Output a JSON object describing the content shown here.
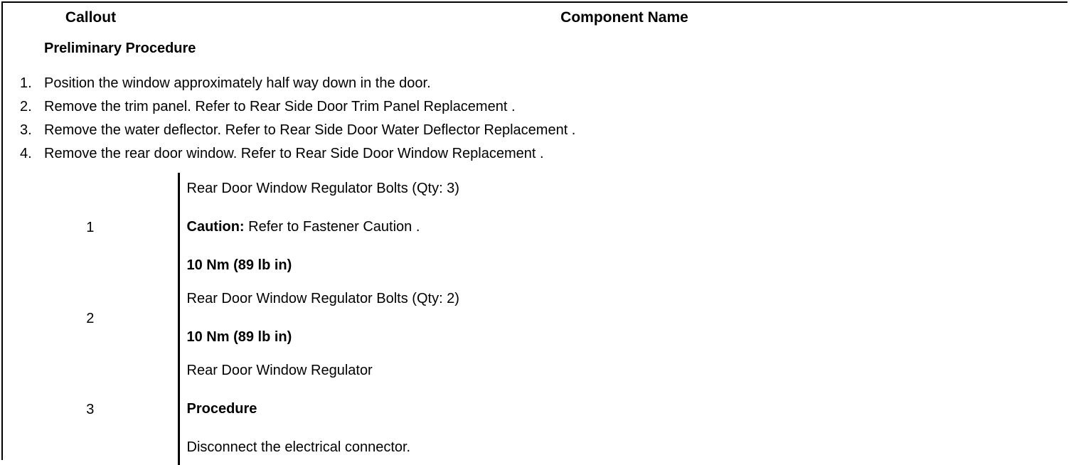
{
  "table": {
    "headers": {
      "callout": "Callout",
      "component_name": "Component Name"
    },
    "preliminary": {
      "title": "Preliminary Procedure",
      "steps": [
        {
          "num": "1.",
          "text": "Position the window approximately half way down in the door."
        },
        {
          "num": "2.",
          "text": "Remove the trim panel. Refer to Rear Side Door Trim Panel Replacement ."
        },
        {
          "num": "3.",
          "text": "Remove the water deflector. Refer to Rear Side Door Water Deflector Replacement ."
        },
        {
          "num": "4.",
          "text": "Remove the rear door window. Refer to Rear Side Door Window Replacement ."
        }
      ]
    },
    "rows": [
      {
        "callout": "1",
        "lines": [
          {
            "text": "Rear Door Window Regulator Bolts (Qty: 3)",
            "bold": false
          },
          {
            "lead": "Caution:",
            "text": " Refer to Fastener Caution .",
            "bold": false
          },
          {
            "text": "10 Nm (89 lb in)",
            "bold": true
          }
        ]
      },
      {
        "callout": "2",
        "lines": [
          {
            "text": "Rear Door Window Regulator Bolts (Qty: 2)",
            "bold": false
          },
          {
            "text": "10 Nm (89 lb in)",
            "bold": true
          }
        ]
      },
      {
        "callout": "3",
        "lines": [
          {
            "text": "Rear Door Window Regulator",
            "bold": false
          },
          {
            "text": "Procedure",
            "bold": true
          },
          {
            "text": "Disconnect the electrical connector.",
            "bold": false
          }
        ]
      }
    ]
  },
  "colors": {
    "border": "#000000",
    "text": "#000000",
    "background": "#ffffff"
  }
}
